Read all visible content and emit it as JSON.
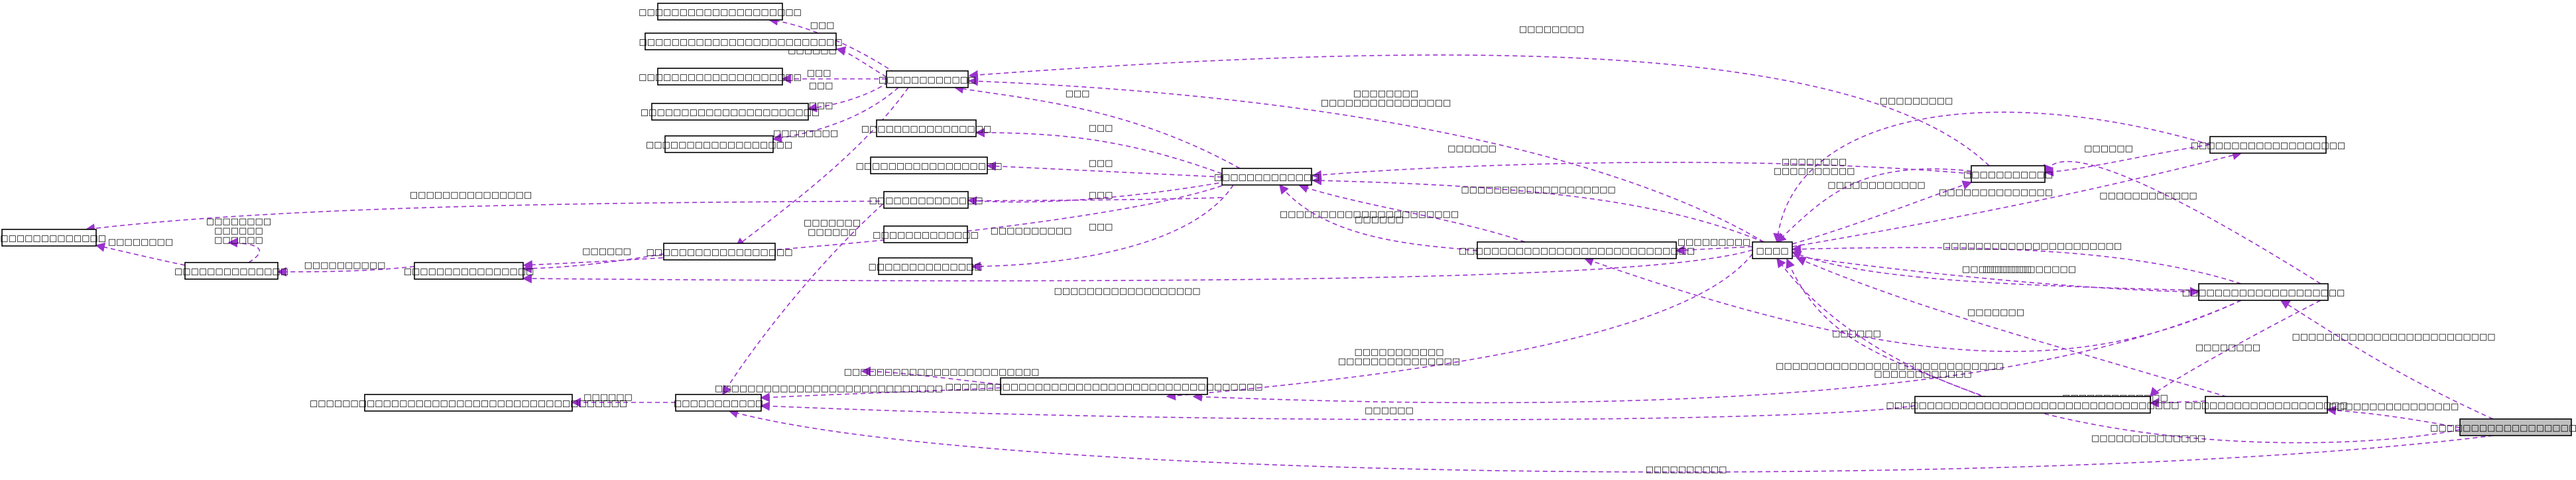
{
  "diagram": {
    "colors": {
      "edge": "#9a32cd",
      "node_border": "#000000",
      "highlight_fill": "#bfbfbf",
      "background": "#ffffff"
    },
    "nodes": [
      {
        "id": "t_a",
        "label": "□□□□□□□□□□□□□□□□□□□□"
      },
      {
        "id": "t_b",
        "label": "□□□□□□□□□□□□□□□□□□□□□□□□□"
      },
      {
        "id": "t_c",
        "label": "□□□□□□□□□□□□□□□□□□□□"
      },
      {
        "id": "t_d",
        "label": "□□□□□□□□□□□□□□□□□□□□□□"
      },
      {
        "id": "t_e",
        "label": "□□□□□□□□□□□□□□□□□□"
      },
      {
        "id": "hub1",
        "label": "□□□□□□□□□□□□"
      },
      {
        "id": "m_a",
        "label": "□□□□□□□□□□□□□□□□"
      },
      {
        "id": "m_b",
        "label": "□□□□□□□□□□□□□□□□□□"
      },
      {
        "id": "m_c",
        "label": "□□□□□□□□□□□□□□"
      },
      {
        "id": "m_d",
        "label": "□□□□□□□□□□□□□"
      },
      {
        "id": "m_e",
        "label": "□□□□□□□□□□□□□□"
      },
      {
        "id": "hub2",
        "label": "□□□□□□□□□□□□□"
      },
      {
        "id": "left1",
        "label": "□□□□□□□□□□□□□□"
      },
      {
        "id": "left2",
        "label": "□□□□□□□□□□□□□□"
      },
      {
        "id": "left3",
        "label": "□□□□□□□□□□□□□□□□"
      },
      {
        "id": "mid_l",
        "label": "□□□□□□□□□□□□□□□□□□"
      },
      {
        "id": "long_l",
        "label": "□□□□□□□□□□□□□□□□□□□□□□□□□□□□□□□□□□□□□□□"
      },
      {
        "id": "hub3",
        "label": "□□□□□□□□□□□"
      },
      {
        "id": "long_m",
        "label": "□□□□□□□□□□□□□□□□□□□□□□□□□□□□□□□□□□□□□□□"
      },
      {
        "id": "mid_r",
        "label": "□□□□□□□□□□□□□□□□□□□□□□□□□□□□□"
      },
      {
        "id": "core",
        "label": "□□□□"
      },
      {
        "id": "r_a",
        "label": "□□□□□□□□□□□"
      },
      {
        "id": "r_b",
        "label": "□□□□□□□□□□□□□□□□□□□"
      },
      {
        "id": "r_c",
        "label": "□□□□□□□□□□□□□□□□□□□□"
      },
      {
        "id": "r_d",
        "label": "□□□□□□□□□□□□□□□□□□□□□□□□□□□□□□□□□□□□"
      },
      {
        "id": "r_e",
        "label": "□□□□□□□□□□□□□□□□□□□□"
      },
      {
        "id": "target",
        "label": "□□□□□□□□□□□□□□□□□□□□□"
      }
    ],
    "edge_labels": [
      "□□□",
      "□□□□□□",
      "□□□",
      "□□□",
      "□□□",
      "□□□□□□□□",
      "□□□□□□□□\n□□□□□□□□□□□□□□□□",
      "□□□□□□□□",
      "□□□",
      "□□□",
      "□□□",
      "□□□",
      "□□□",
      "□□□□□□□□□□□□□□□",
      "□□□□□□□□",
      "□□□□□□□□□□",
      "□□□□□□",
      "□□□□□□□□\n□□□□□□\n□□□□□□",
      "□□□□□□□\n□□□□□□",
      "□□□□□□□□□□□□□□□□□□□□□□",
      "□□□□□□□□□",
      "□□□□□□",
      "□□□□□□□□□□□□□□□□□□□□□□□□□□□□",
      "□□□□□□□□□□□□□□□□□□",
      "□□□□□□□□□□□\n□□□□□□□□□□□□□□□",
      "□□□□□□",
      "□□□□□□□□□□□□□□□□□□□",
      "□□□□□□□□□",
      "□□□□□□□□\n□□□□□□□□□□",
      "□□□□□□□□□□□□",
      "□□□□□□□□□□□□□□",
      "□□□□□□",
      "□□□□□□□□□□□□□□□□□□□□□□",
      "□□□□□□",
      "□□□□□□□□□□□□□□",
      "□□□□□□□",
      "□□□□□□",
      "□□□□□□□□□□□□□□□□□□□□□□□□□□□□",
      "□□□□□□□□□□□□□",
      "□□□□□□",
      "□□□□□□□□□□□□",
      "□□□□□□□□□□□□□□□□□□□□□□□□□",
      "□□□□□□□□□□□□□□",
      "□□□□□□□□□□□□□□□□",
      "□□□□□□□□□□",
      "□□□□□□",
      "□□□□□□□□□□□□",
      "□□□□□□□□□□□□□□□□□□□□□□□□",
      "□□□□□□□□□□",
      "□□□□□□□□"
    ]
  }
}
